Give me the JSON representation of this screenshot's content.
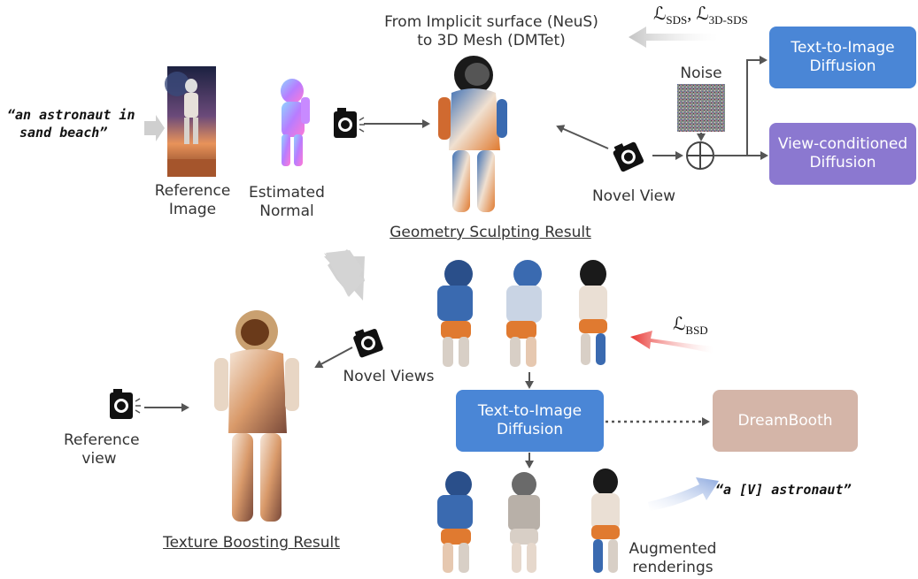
{
  "prompt": "“an astronaut in sand beach”",
  "prompt_lines": [
    "“an astronaut in",
    "sand beach”"
  ],
  "reference_image_label": [
    "Reference",
    "Image"
  ],
  "estimated_normal_label": [
    "Estimated",
    "Normal"
  ],
  "stage1_title": [
    "From Implicit surface (NeuS)",
    "to 3D Mesh (DMTet)"
  ],
  "loss_sds": "ℒSDS, ℒ3D-SDS",
  "loss_sds_parts": {
    "L1": "ℒ",
    "s1": "SDS",
    "sep": ", ",
    "L2": "ℒ",
    "s2": "3D-SDS"
  },
  "noise_label": "Noise",
  "novel_view_label": "Novel View",
  "geometry_result_label": "Geometry Sculpting Result",
  "t2i_box_top": [
    "Text-to-Image",
    "Diffusion"
  ],
  "view_cond_box": [
    "View-conditioned",
    "Diffusion"
  ],
  "novel_views_label": "Novel Views",
  "loss_bsd": {
    "L": "ℒ",
    "sub": "BSD"
  },
  "t2i_box_mid": [
    "Text-to-Image",
    "Diffusion"
  ],
  "dreambooth_label": "DreamBooth",
  "v_prompt": "“a [V] astronaut”",
  "reference_view_label": [
    "Reference",
    "view"
  ],
  "texture_result_label": "Texture Boosting Result",
  "augmented_label": [
    "Augmented",
    "renderings"
  ],
  "colors": {
    "blue_box": "#4a86d6",
    "purple_box": "#8b78d0",
    "dreambooth_box": "#d4b5a8",
    "loss_arrow": "#e8332f"
  }
}
